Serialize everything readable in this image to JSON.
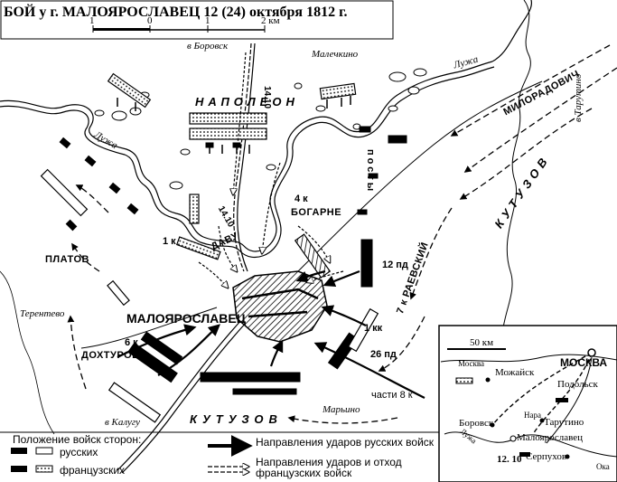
{
  "title": "БОЙ у г. МАЛОЯРОСЛАВЕЦ 12 (24) октября 1812 г.",
  "scale": {
    "ticks": [
      "1",
      "0",
      "1",
      "2 км"
    ]
  },
  "roads": {
    "to_borovsk": "в Боровск",
    "to_kaluga": "в Калугу",
    "to_tarutino": "в Тарутино"
  },
  "river": "Лужа",
  "river_lower": "Лужа",
  "places": {
    "malechkino": "Малечкино",
    "terentevo": "Терентево",
    "maloyaroslavets": "МАЛОЯРОСЛАВЕЦ",
    "marino": "Марьино"
  },
  "commanders": {
    "napoleon": "НАПОЛЕОН",
    "platov": "ПЛАТОВ",
    "dokhturov": "ДОХТУРОВ",
    "beauharnais": "БОГАРНЕ",
    "davout": "ДАВУ",
    "miloradovich": "МИЛОРАДОВИЧ",
    "kutuzov_east": "КУТУЗОВ",
    "kutuzov_south": "КУТУЗОВ",
    "raevsky": "7 к РАЕВСКИЙ",
    "posts": "посты"
  },
  "units": {
    "u4k": "4 к",
    "u1k": "1 к",
    "u12pd": "12 пд",
    "u6k": "6 к",
    "u1kk": "1 кк",
    "u26pd": "26 пд",
    "parts8k": "части 8 к"
  },
  "dates": {
    "d1": "14.10",
    "d2": "14.10"
  },
  "legend": {
    "heading": "Положение войск сторон:",
    "russian": "русских",
    "french": "французских",
    "russian_attacks": "Направления ударов русских войск",
    "french_moves": "Направления ударов и отход французских войск"
  },
  "inset": {
    "scale": "50 км",
    "moskva": "МОСКВА",
    "mozhaisk": "Можайск",
    "moskva_river": "Москва",
    "podolsk": "Подольск",
    "borovsk": "Боровск",
    "tarutino": "Тарутино",
    "maloyaroslavets": "Малоярославец",
    "serpukhov": "Серпухов",
    "luzha": "Лужа",
    "nara": "Нара",
    "oka": "Ока",
    "date": "12. 10"
  },
  "colors": {
    "ink": "#000000",
    "paper": "#ffffff"
  }
}
